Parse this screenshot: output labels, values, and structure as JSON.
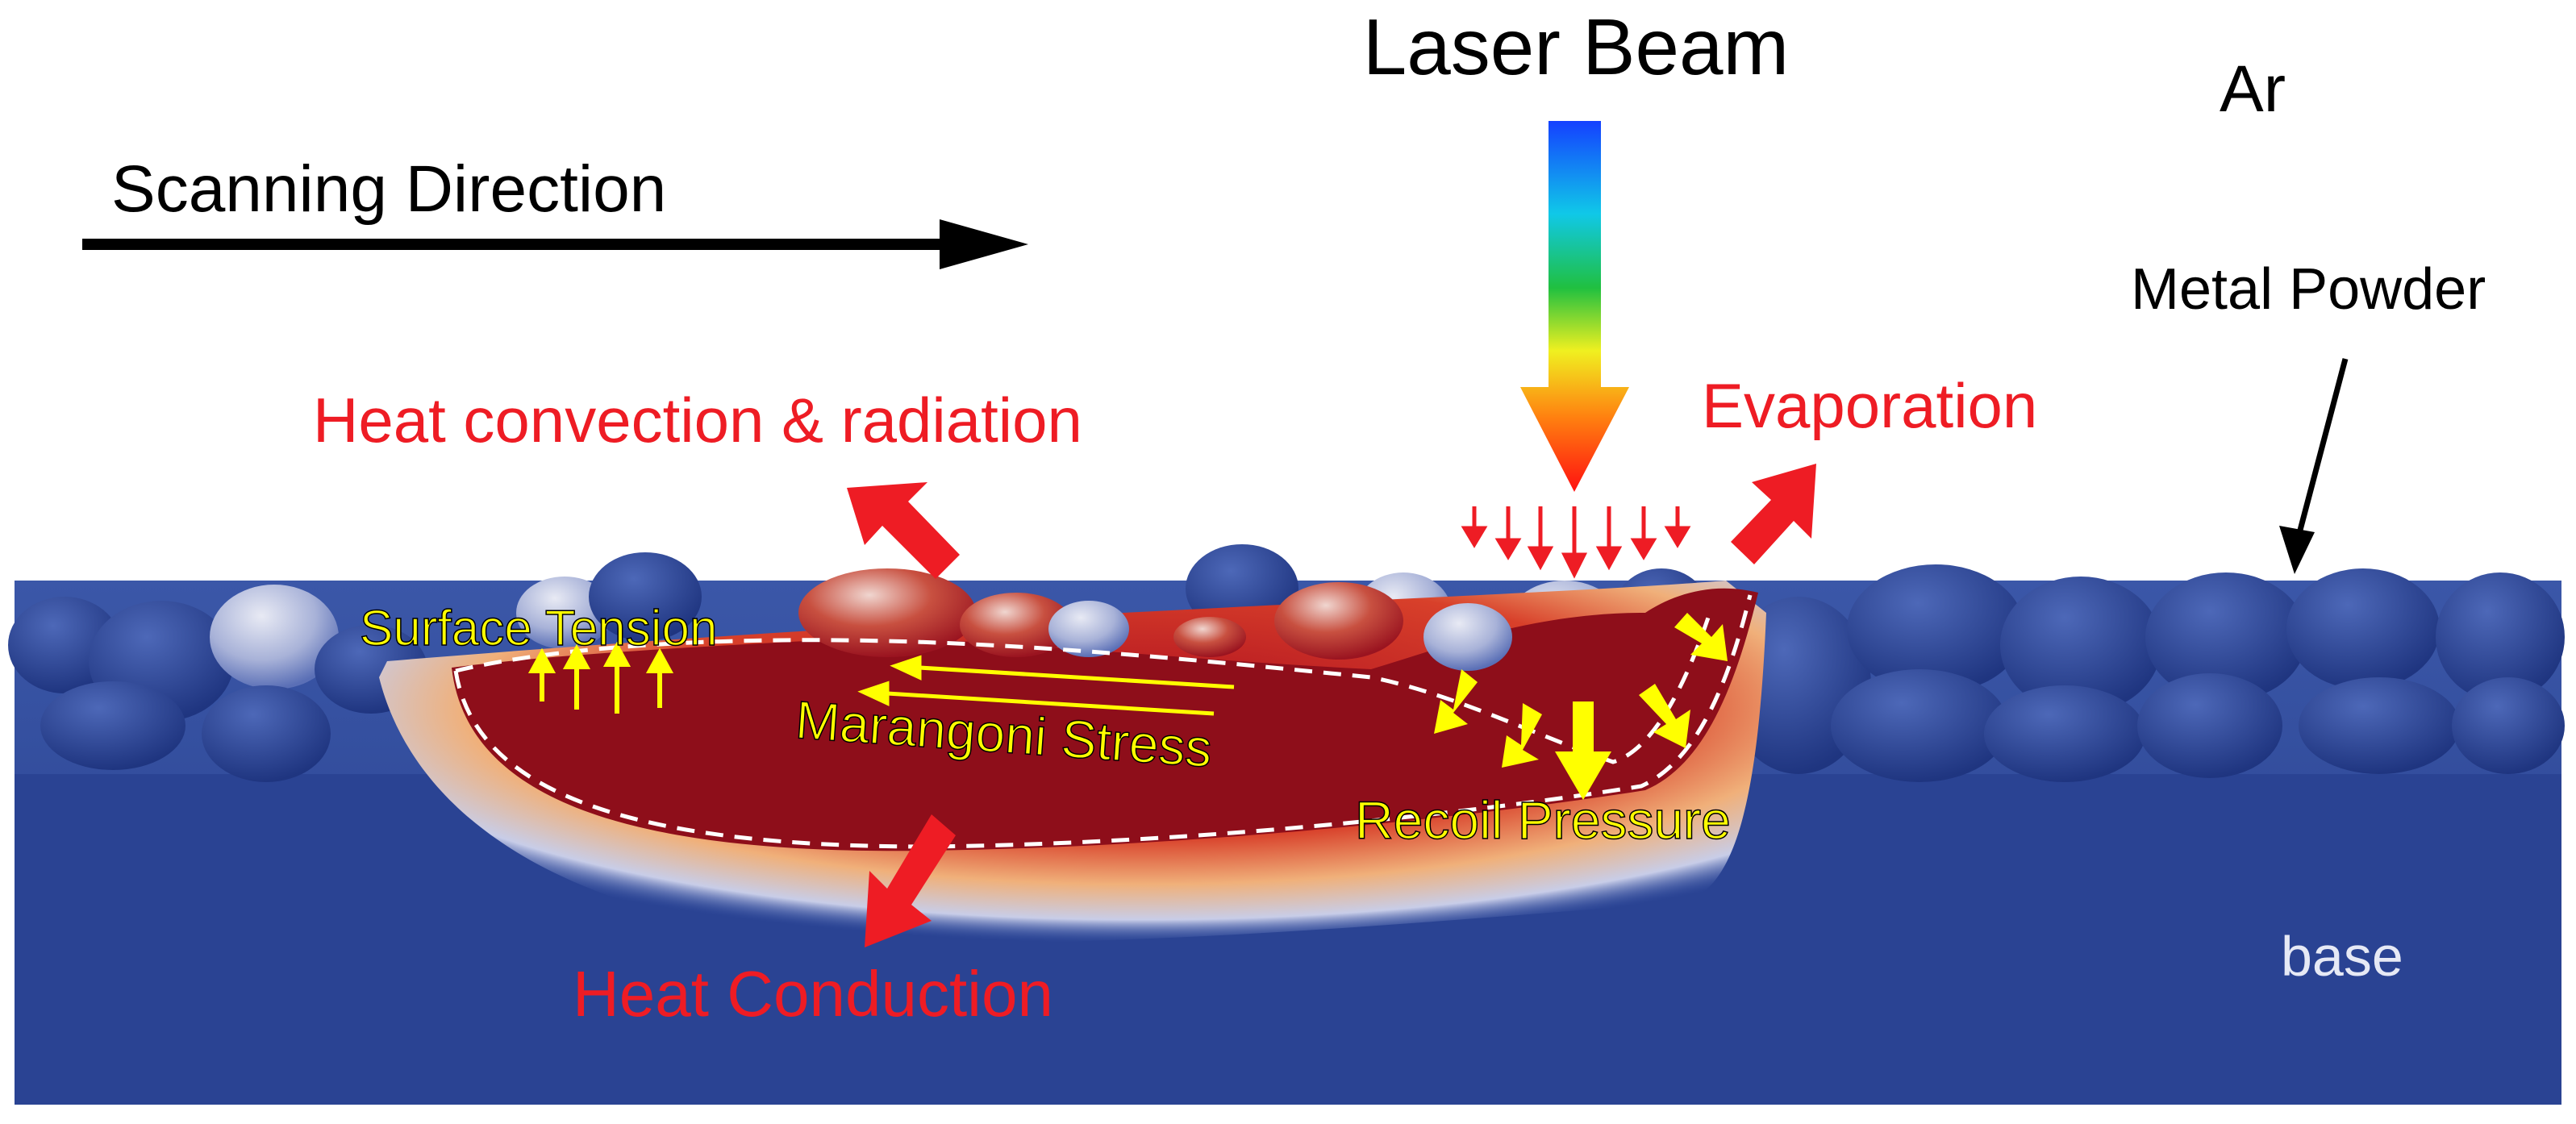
{
  "labels": {
    "laser_beam": "Laser Beam",
    "ar": "Ar",
    "scanning_direction": "Scanning Direction",
    "metal_powder": "Metal Powder",
    "heat_convection": "Heat convection & radiation",
    "evaporation": "Evaporation",
    "surface_tension": "Surface Tension",
    "marangoni": "Marangoni Stress",
    "recoil_pressure": "Recoil Pressure",
    "heat_conduction": "Heat Conduction",
    "base": "base"
  },
  "colors": {
    "base_blue": "#2c4697",
    "powder_blue": "#243d8f",
    "melt_red": "#8e0e1a",
    "arrow_red": "#ee1c24",
    "arrow_yellow": "#ffff00",
    "text_black": "#000000"
  },
  "icons": {
    "scan_arrow": "arrow-right",
    "laser_arrow": "gradient-arrow-down",
    "force_arrows": "arrow"
  }
}
